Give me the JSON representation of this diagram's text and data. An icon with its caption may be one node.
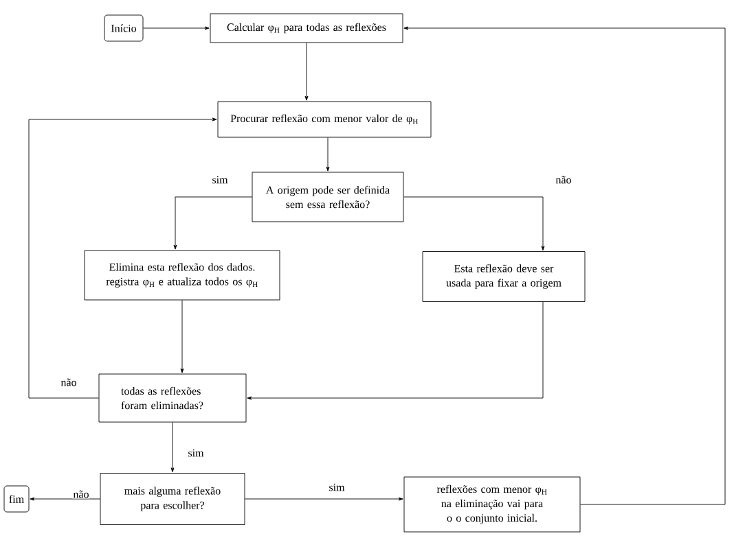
{
  "diagram": {
    "nodes": [
      {
        "text": [
          "Início"
        ]
      },
      {
        "text": [
          "Calcular φ$_{H}$ para todas as reflexões"
        ]
      },
      {
        "text": [
          "Procurar reflexão com menor valor de φ$_{H}$"
        ]
      },
      {
        "text": [
          "A origem pode ser definida sem essa reflexão?"
        ]
      },
      {
        "text": [
          "Elimina esta reflexão dos dados. registra φ$_{H}$ e atualiza todos os φ$_{H}$"
        ]
      },
      {
        "text": [
          "Esta reflexão deve ser usada para fixar a origem"
        ]
      },
      {
        "text": [
          "todas as reflexões foram eliminadas?"
        ]
      },
      {
        "text": [
          "mais alguma reflexão para escolher?"
        ]
      },
      {
        "text": [
          "reflexões com menor φ$_{H}$ na eliminação vai para o o conjunto inicial."
        ]
      },
      {
        "text": [
          "fim"
        ]
      }
    ],
    "edges": [
      {
        "from": 0,
        "to": 1,
        "arrow": "to"
      },
      {
        "from": 1,
        "to": 2,
        "arrow": "to"
      },
      {
        "from": 2,
        "to": 3,
        "arrow": "to"
      },
      {
        "from": 3,
        "to": 4,
        "arrow": "to",
        "label": "sim"
      },
      {
        "from": 3,
        "to": 5,
        "arrow": "to",
        "label": "não"
      },
      {
        "from": 4,
        "to": 6,
        "arrow": "to"
      },
      {
        "from": 5,
        "to": 6,
        "arrow": "to"
      },
      {
        "from": 6,
        "to": 2,
        "arrow": "to",
        "label": "não"
      },
      {
        "from": 6,
        "to": 7,
        "arrow": "to",
        "label": "sim"
      },
      {
        "from": 7,
        "to": 9,
        "arrow": "to",
        "label": "não"
      },
      {
        "from": 7,
        "to": 8,
        "arrow": "to",
        "label": "sim"
      },
      {
        "from": 8,
        "to": 1,
        "arrow": "to"
      }
    ]
  }
}
